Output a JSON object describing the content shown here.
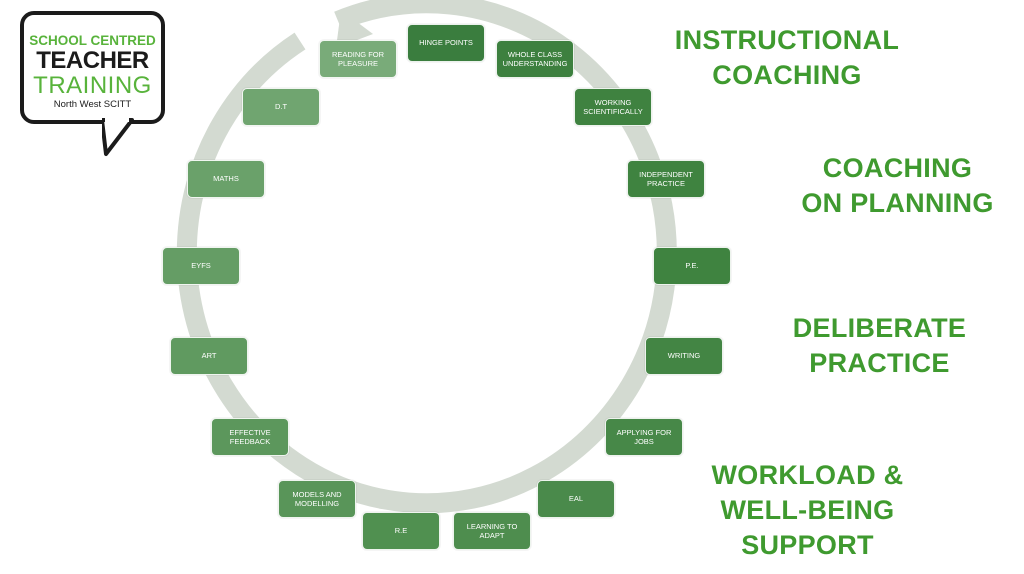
{
  "logo": {
    "line1": "SCHOOL CENTRED",
    "line2": "TEACHER",
    "line3": "TRAINING",
    "line4": "North West SCITT"
  },
  "cycle_items": [
    {
      "label": "HINGE POINTS",
      "shade": "#3a7d3e"
    },
    {
      "label": "WHOLE CLASS UNDERSTANDING",
      "shade": "#3d803f"
    },
    {
      "label": "WORKING SCIENTIFICALLY",
      "shade": "#3f8240"
    },
    {
      "label": "INDEPENDENT PRACTICE",
      "shade": "#3f8340"
    },
    {
      "label": "P.E.",
      "shade": "#3f8340"
    },
    {
      "label": "WRITING",
      "shade": "#438544"
    },
    {
      "label": "APPLYING FOR JOBS",
      "shade": "#478848"
    },
    {
      "label": "EAL",
      "shade": "#4a8a4b"
    },
    {
      "label": "LEARNING TO ADAPT",
      "shade": "#4e8d4e"
    },
    {
      "label": "R.E",
      "shade": "#509050"
    },
    {
      "label": "MODELS AND MODELLING",
      "shade": "#599559"
    },
    {
      "label": "EFFECTIVE FEEDBACK",
      "shade": "#5c975c"
    },
    {
      "label": "ART",
      "shade": "#609a60"
    },
    {
      "label": "EYFS",
      "shade": "#659d65"
    },
    {
      "label": "MATHS",
      "shade": "#6aa16a"
    },
    {
      "label": "D.T",
      "shade": "#70a570"
    },
    {
      "label": "READING FOR PLEASURE",
      "shade": "#79ab79"
    }
  ],
  "headings": {
    "instructional": [
      "INSTRUCTIONAL",
      "COACHING"
    ],
    "planning": [
      "COACHING",
      "ON PLANNING"
    ],
    "deliberate": [
      "DELIBERATE",
      "PRACTICE"
    ],
    "workload": [
      "WORKLOAD &",
      "WELL-BEING",
      "SUPPORT"
    ]
  },
  "colors": {
    "heading_green": "#3f9a2f",
    "arrow": "#d3dad1",
    "logo_green": "#58b33b",
    "logo_dark": "#1b1b1b"
  }
}
